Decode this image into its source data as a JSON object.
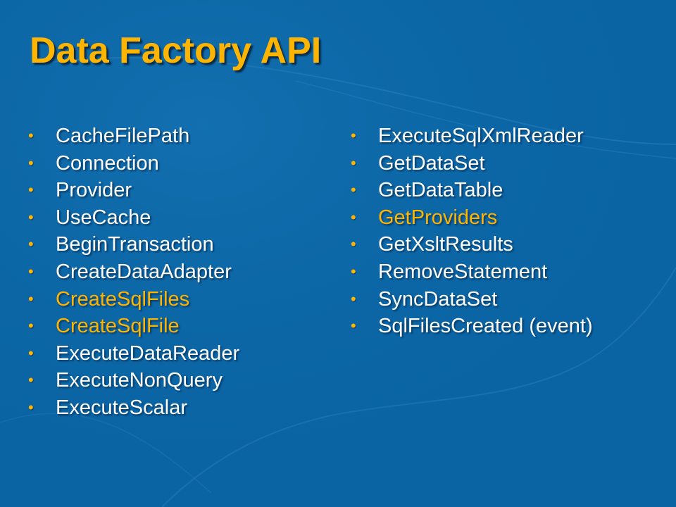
{
  "title": "Data Factory API",
  "colors": {
    "background": "#0a64a4",
    "accent": "#ffb400",
    "text": "#ffffff"
  },
  "bullet_glyph": "•",
  "left_column": [
    {
      "label": "CacheFilePath",
      "highlight": false
    },
    {
      "label": "Connection",
      "highlight": false
    },
    {
      "label": "Provider",
      "highlight": false
    },
    {
      "label": "UseCache",
      "highlight": false
    },
    {
      "label": "BeginTransaction",
      "highlight": false
    },
    {
      "label": "CreateDataAdapter",
      "highlight": false
    },
    {
      "label": "CreateSqlFiles",
      "highlight": true
    },
    {
      "label": "CreateSqlFile",
      "highlight": true
    },
    {
      "label": "ExecuteDataReader",
      "highlight": false
    },
    {
      "label": "ExecuteNonQuery",
      "highlight": false
    },
    {
      "label": "ExecuteScalar",
      "highlight": false
    }
  ],
  "right_column": [
    {
      "label": "ExecuteSqlXmlReader",
      "highlight": false
    },
    {
      "label": "GetDataSet",
      "highlight": false
    },
    {
      "label": "GetDataTable",
      "highlight": false
    },
    {
      "label": "GetProviders",
      "highlight": true
    },
    {
      "label": "GetXsltResults",
      "highlight": false
    },
    {
      "label": "RemoveStatement",
      "highlight": false
    },
    {
      "label": "SyncDataSet",
      "highlight": false
    },
    {
      "label": "SqlFilesCreated  (event)",
      "highlight": false
    }
  ]
}
